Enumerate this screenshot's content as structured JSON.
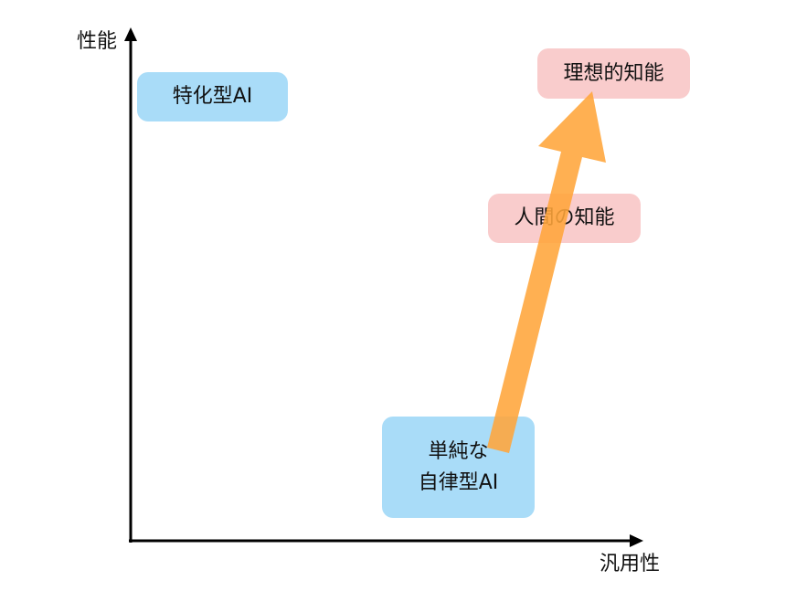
{
  "axes": {
    "y_label": "性能",
    "x_label": "汎用性"
  },
  "boxes": {
    "specialized_ai": "特化型AI",
    "ideal_intelligence": "理想的知能",
    "human_intelligence": "人間の知能",
    "simple_autonomous_ai": {
      "line1": "単純な",
      "line2": "自律型AI"
    }
  },
  "colors": {
    "blue_box": "#a9dcf8",
    "pink_box": "#f9cccc",
    "arrow": "#ffa53a",
    "axis": "#000000"
  }
}
